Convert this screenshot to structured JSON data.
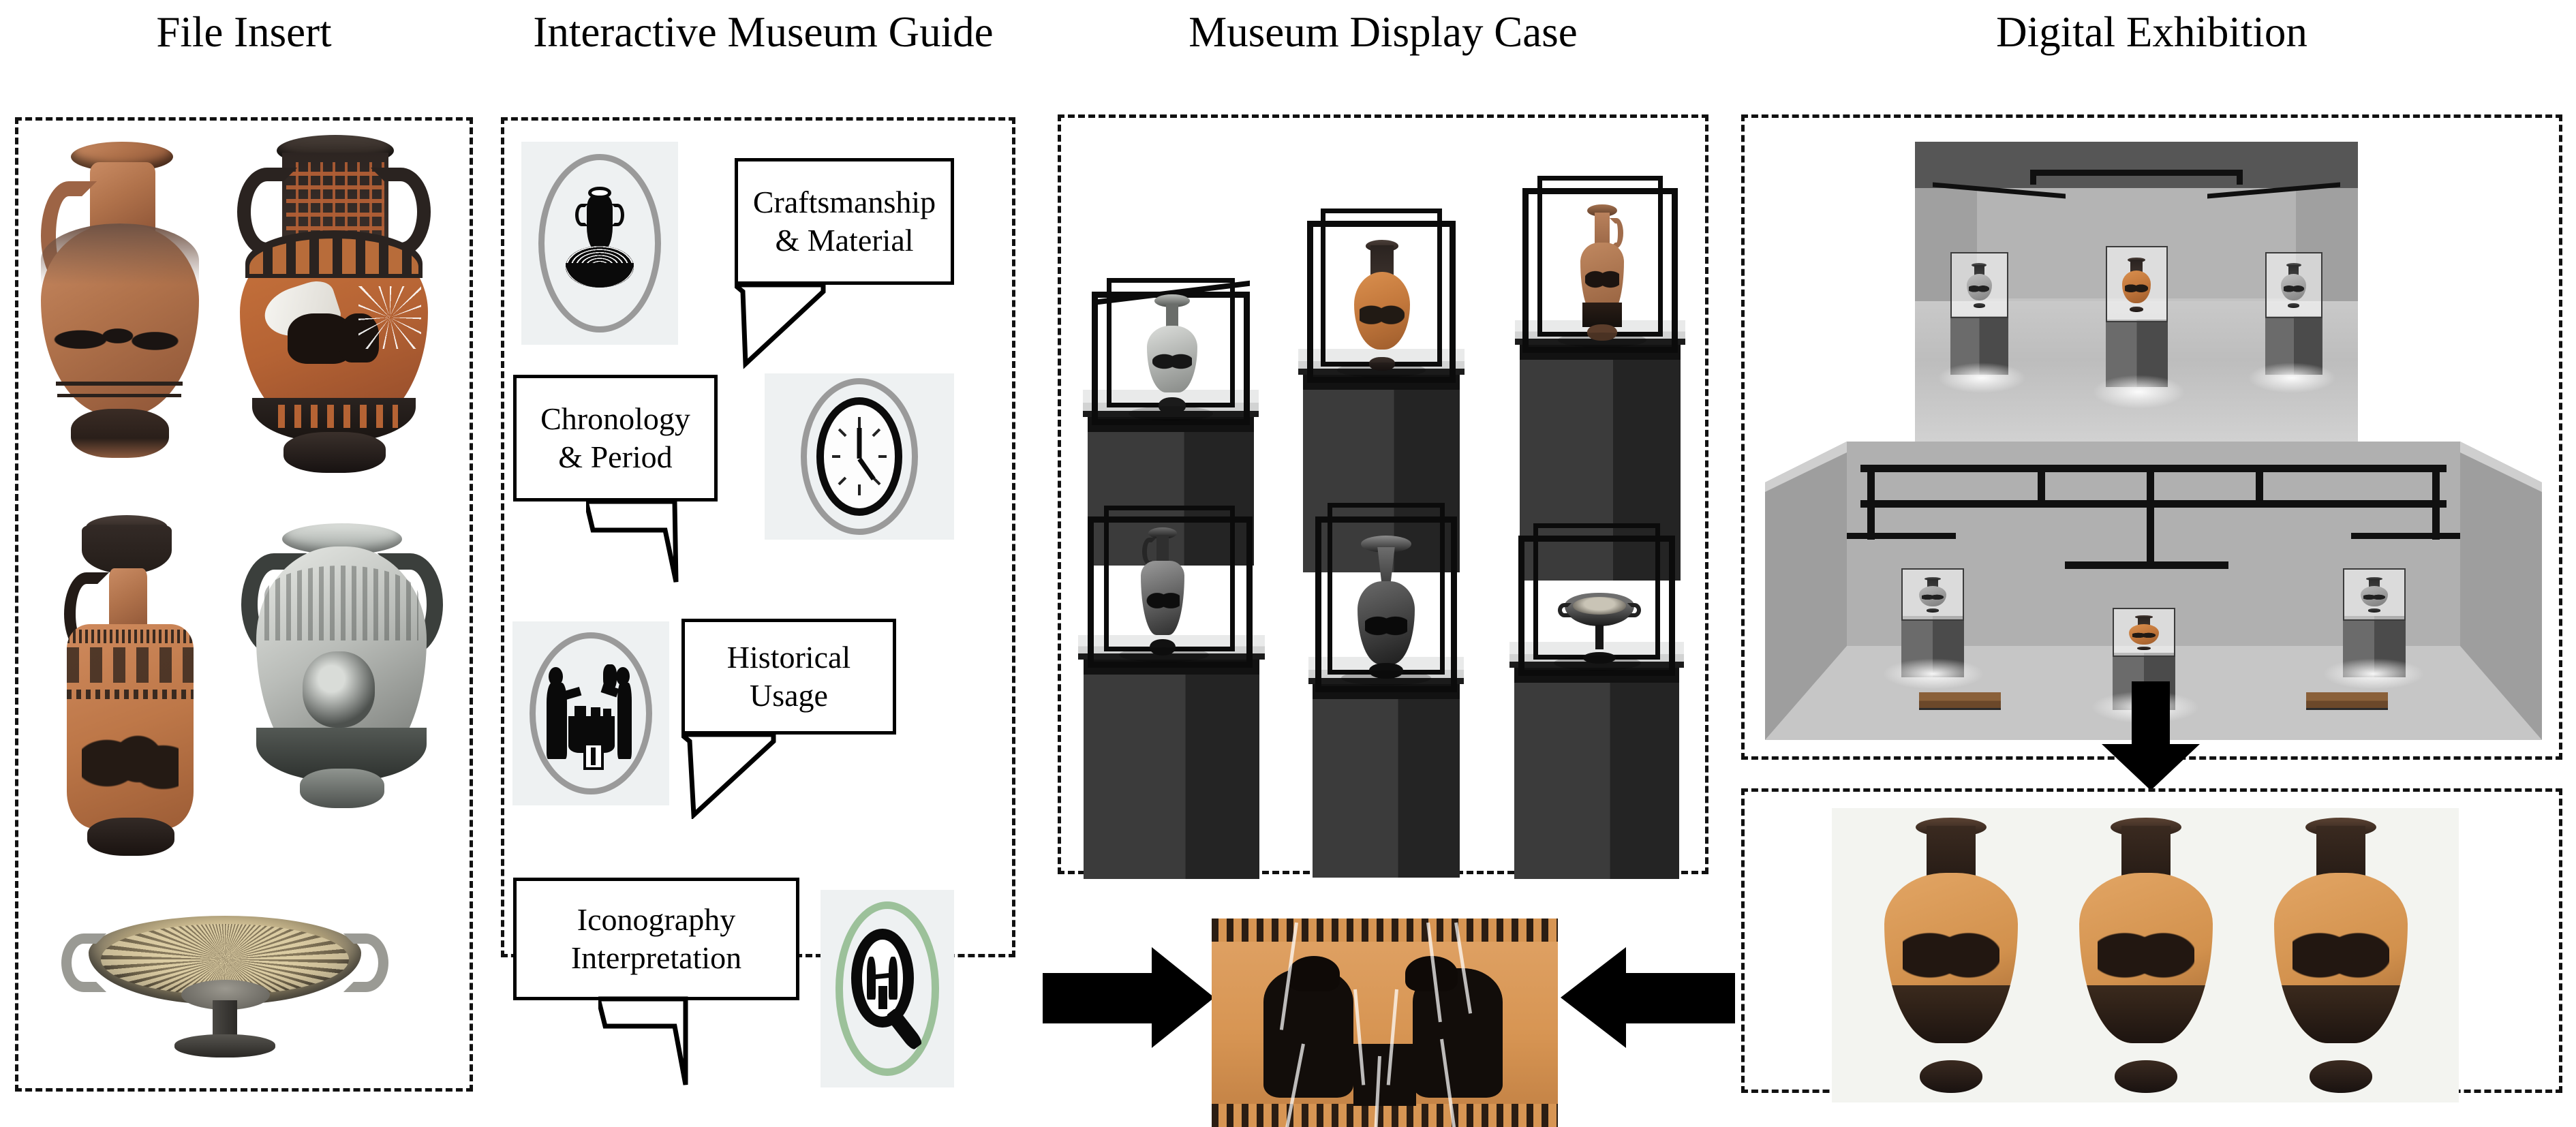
{
  "figure": {
    "sections": [
      {
        "id": "file-insert",
        "title": "File Insert"
      },
      {
        "id": "guide",
        "title": "Interactive Museum Guide"
      },
      {
        "id": "display-case",
        "title": "Museum Display Case"
      },
      {
        "id": "digital",
        "title": "Digital Exhibition"
      }
    ]
  },
  "file_insert": {
    "title": "File Insert",
    "items": [
      {
        "name": "terracotta-jug-with-handle",
        "finish": "terracotta"
      },
      {
        "name": "black-figure-amphora-winged",
        "finish": "terracotta"
      },
      {
        "name": "black-figure-lekythos",
        "finish": "terracotta"
      },
      {
        "name": "grey-glaze-amphora",
        "finish": "grey"
      },
      {
        "name": "kylix-drinking-cup",
        "finish": "grey"
      }
    ]
  },
  "guide": {
    "title": "Interactive Museum Guide",
    "entries": [
      {
        "label": "Craftsmanship\n& Material",
        "line1": "Craftsmanship",
        "line2": "& Material",
        "icon": "potters-wheel-vase-icon",
        "icon_side": "left",
        "ring_color": "#9a9a9a"
      },
      {
        "label": "Chronology\n& Period",
        "line1": "Chronology",
        "line2": "& Period",
        "icon": "clock-icon",
        "icon_side": "right",
        "ring_color": "#9a9a9a"
      },
      {
        "label": "Historical\nUsage",
        "line1": "Historical",
        "line2": "Usage",
        "icon": "market-scene-icon",
        "icon_side": "left",
        "ring_color": "#9a9a9a"
      },
      {
        "label": "Iconography\nInterpretation",
        "line1": "Iconography",
        "line2": "Interpretation",
        "icon": "magnifier-iconography-icon",
        "icon_side": "right",
        "ring_color": "#9cc19a"
      }
    ]
  },
  "display_case": {
    "title": "Museum Display Case",
    "cases": [
      {
        "name": "case-grey-lekythos",
        "vase": "grey-lekythos",
        "height": "short"
      },
      {
        "name": "case-red-amphora",
        "vase": "red-amphora",
        "height": "medium"
      },
      {
        "name": "case-terracotta-jug",
        "vase": "terracotta-jug",
        "height": "tall"
      },
      {
        "name": "case-black-lekythos",
        "vase": "black-lekythos",
        "height": "tall"
      },
      {
        "name": "case-black-olpe",
        "vase": "black-olpe",
        "height": "medium"
      },
      {
        "name": "case-black-kylix",
        "vase": "black-kylix",
        "height": "tall"
      }
    ]
  },
  "digital": {
    "title": "Digital Exhibition",
    "gallery": {
      "name": "virtual-gallery-room",
      "pedestal_count": 6,
      "bench_count": 2,
      "vitrine_vases": [
        "grey-amphora",
        "red-amphora",
        "grey-amphora",
        "grey-amphora",
        "red-amphora",
        "grey-amphora"
      ]
    },
    "triple_strip": {
      "name": "three-rendered-amphorae",
      "count": 3,
      "vase": "black-figure-amphora"
    }
  },
  "detail": {
    "name": "iconography-detail-photo",
    "subject": "two-warriors-playing-board-game",
    "streak_count": 8
  },
  "arrows": [
    {
      "name": "arrow-guide-to-detail",
      "direction": "right"
    },
    {
      "name": "arrow-triple-to-detail",
      "direction": "left"
    },
    {
      "name": "arrow-gallery-to-triple",
      "direction": "down"
    }
  ],
  "colors": {
    "dashed_border": "#111111",
    "terracotta": "#b0724b",
    "black_glaze": "#1d1714",
    "grey_glaze": "#b9bcb8",
    "icon_tile_bg": "#eef1f2",
    "ring_grey": "#9a9a9a",
    "ring_green": "#9cc19a",
    "arrow": "#000000",
    "pedestal": "#2f2f2f"
  }
}
